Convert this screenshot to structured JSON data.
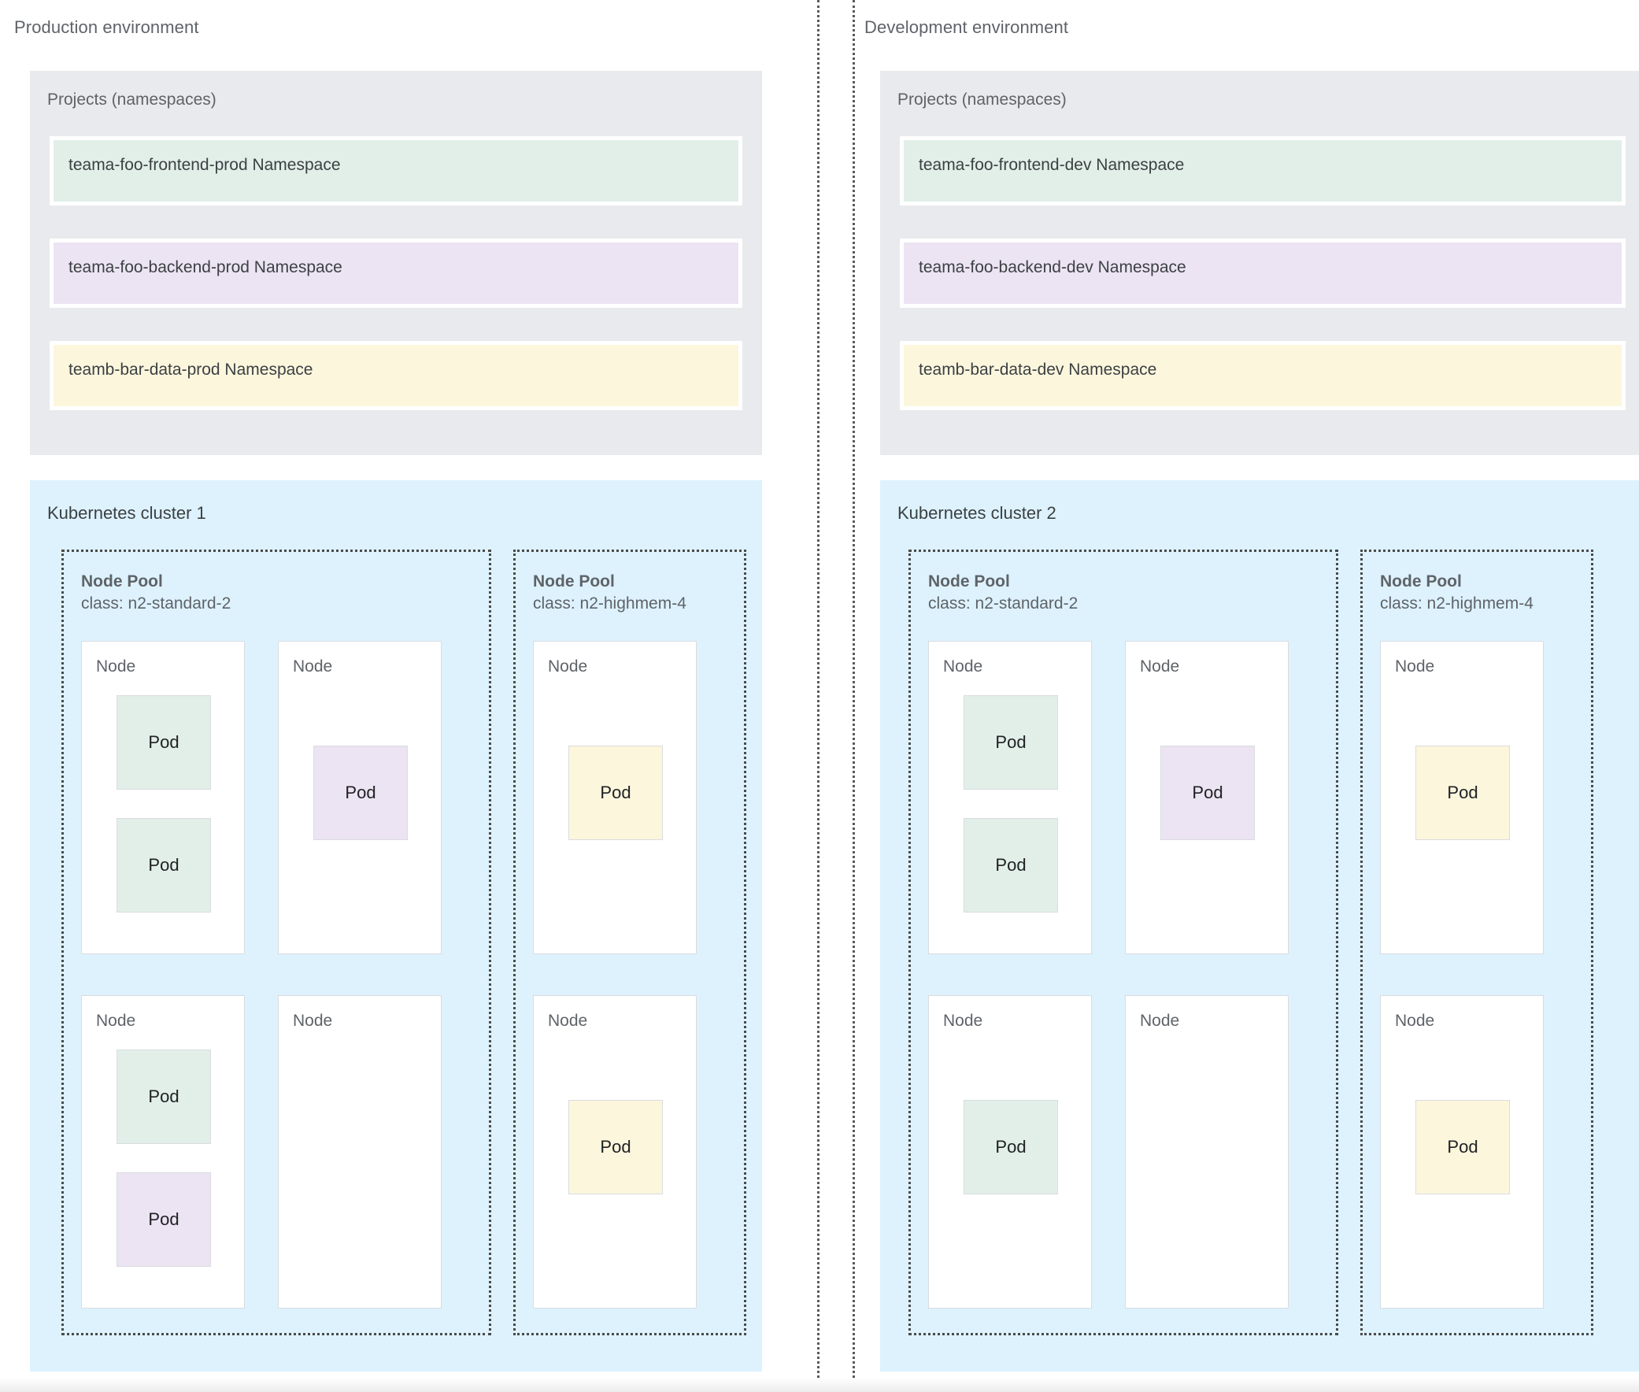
{
  "theme": {
    "page_background": "#ffffff",
    "projects_panel_background": "#e8eaed",
    "cluster_panel_background": "#ddf2fd",
    "node_background": "#ffffff",
    "node_border": "#dadce0",
    "divider_color": "#5a5a5a",
    "text_primary": "#3c4043",
    "text_secondary": "#5f6368",
    "pod_green": "#e1efe8",
    "pod_purple": "#ece4f2",
    "pod_yellow": "#fcf6dd"
  },
  "pod_label": "Pod",
  "node_label": "Node",
  "environments": [
    {
      "title": "Production environment",
      "projects": {
        "title": "Projects (namespaces)",
        "namespaces": [
          {
            "label": "teama-foo-frontend-prod Namespace",
            "color": "green"
          },
          {
            "label": "teama-foo-backend-prod Namespace",
            "color": "purple"
          },
          {
            "label": "teamb-bar-data-prod Namespace",
            "color": "yellow"
          }
        ]
      },
      "cluster": {
        "title": "Kubernetes cluster 1",
        "node_pools": [
          {
            "name": "Node Pool",
            "class": "class: n2-standard-2",
            "columns": 2,
            "nodes": [
              {
                "row": 0,
                "col": 0,
                "label": "Node",
                "pods": [
                  {
                    "color": "green",
                    "slot": "top"
                  },
                  {
                    "color": "green",
                    "slot": "bottom"
                  }
                ]
              },
              {
                "row": 0,
                "col": 1,
                "label": "Node",
                "pods": [
                  {
                    "color": "purple",
                    "slot": "center"
                  }
                ]
              },
              {
                "row": 1,
                "col": 0,
                "label": "Node",
                "pods": [
                  {
                    "color": "green",
                    "slot": "top"
                  },
                  {
                    "color": "purple",
                    "slot": "bottom"
                  }
                ]
              },
              {
                "row": 1,
                "col": 1,
                "label": "Node",
                "pods": []
              }
            ]
          },
          {
            "name": "Node Pool",
            "class": "class: n2-highmem-4",
            "columns": 1,
            "nodes": [
              {
                "row": 0,
                "col": 0,
                "label": "Node",
                "pods": [
                  {
                    "color": "yellow",
                    "slot": "center"
                  }
                ]
              },
              {
                "row": 1,
                "col": 0,
                "label": "Node",
                "pods": [
                  {
                    "color": "yellow",
                    "slot": "center"
                  }
                ]
              }
            ]
          }
        ]
      }
    },
    {
      "title": "Development environment",
      "projects": {
        "title": "Projects (namespaces)",
        "namespaces": [
          {
            "label": "teama-foo-frontend-dev Namespace",
            "color": "green"
          },
          {
            "label": "teama-foo-backend-dev Namespace",
            "color": "purple"
          },
          {
            "label": "teamb-bar-data-dev Namespace",
            "color": "yellow"
          }
        ]
      },
      "cluster": {
        "title": "Kubernetes cluster 2",
        "node_pools": [
          {
            "name": "Node Pool",
            "class": "class: n2-standard-2",
            "columns": 2,
            "nodes": [
              {
                "row": 0,
                "col": 0,
                "label": "Node",
                "pods": [
                  {
                    "color": "green",
                    "slot": "top"
                  },
                  {
                    "color": "green",
                    "slot": "bottom"
                  }
                ]
              },
              {
                "row": 0,
                "col": 1,
                "label": "Node",
                "pods": [
                  {
                    "color": "purple",
                    "slot": "center"
                  }
                ]
              },
              {
                "row": 1,
                "col": 0,
                "label": "Node",
                "pods": [
                  {
                    "color": "green",
                    "slot": "center"
                  }
                ]
              },
              {
                "row": 1,
                "col": 1,
                "label": "Node",
                "pods": []
              }
            ]
          },
          {
            "name": "Node Pool",
            "class": "class: n2-highmem-4",
            "columns": 1,
            "nodes": [
              {
                "row": 0,
                "col": 0,
                "label": "Node",
                "pods": [
                  {
                    "color": "yellow",
                    "slot": "center"
                  }
                ]
              },
              {
                "row": 1,
                "col": 0,
                "label": "Node",
                "pods": [
                  {
                    "color": "yellow",
                    "slot": "center"
                  }
                ]
              }
            ]
          }
        ]
      }
    }
  ]
}
